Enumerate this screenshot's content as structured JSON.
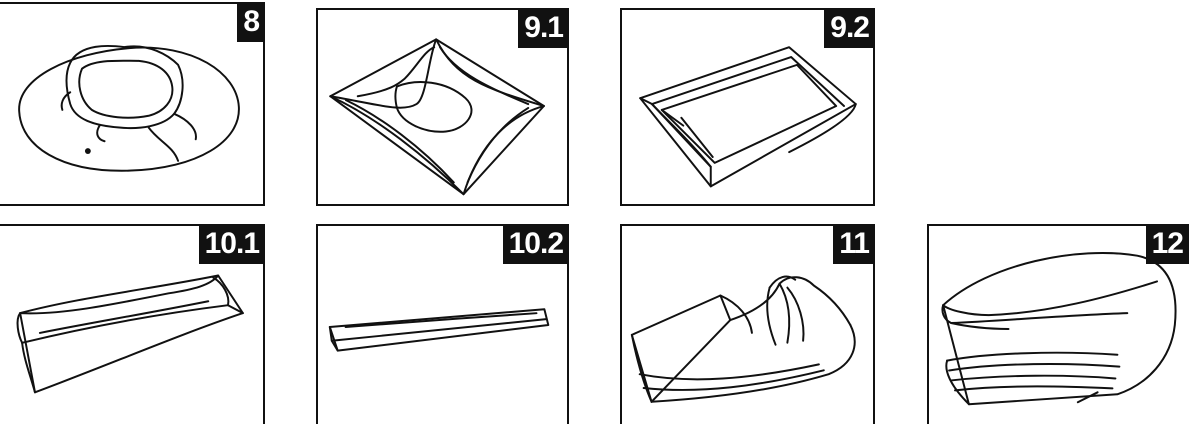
{
  "steps": [
    {
      "label": "8"
    },
    {
      "label": "9.1"
    },
    {
      "label": "9.2"
    },
    {
      "label": "10.1"
    },
    {
      "label": "10.2"
    },
    {
      "label": "11"
    },
    {
      "label": "12"
    }
  ],
  "colors": {
    "line": "#111111",
    "background": "#ffffff",
    "badge_text": "#ffffff"
  }
}
